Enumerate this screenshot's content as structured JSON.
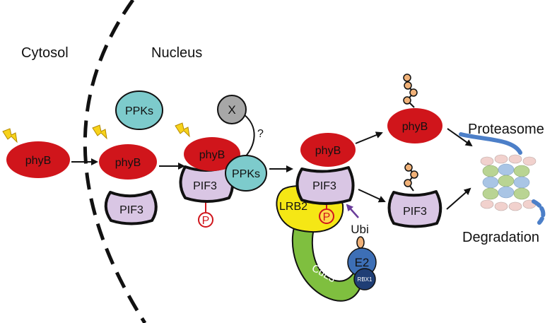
{
  "labels": {
    "cytosol": "Cytosol",
    "nucleus": "Nucleus",
    "phyB": "phyB",
    "pif3": "PIF3",
    "ppks": "PPKs",
    "x": "X",
    "question": "?",
    "p": "P",
    "lrb2": "LRB2",
    "ubi": "Ubi",
    "e2": "E2",
    "rbx1": "RBX1",
    "cul3": "CuL3",
    "proteasome": "Proteasome",
    "degradation": "Degradation"
  },
  "colors": {
    "phyB": "#d0151b",
    "pif3": "#d9c6e4",
    "ppks": "#7dcbcc",
    "x": "#a7a7a7",
    "lrb2": "#f5e715",
    "cul3": "#7fbf3f",
    "e2": "#3d6fb6",
    "rbx1": "#1f3e75",
    "ubi": "#f0b178",
    "phospho": "#d0151b",
    "lightning": "#f7d21b",
    "ubi_arrow": "#6a3d9a"
  }
}
